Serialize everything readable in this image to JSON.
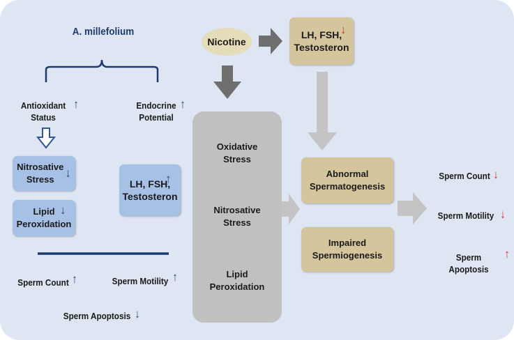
{
  "left": {
    "title": "A. millefolium",
    "antioxidant": "Antioxidant\nStatus",
    "endocrine": "Endocrine\nPotential",
    "nitrosative": "Nitrosative\nStress",
    "lipid": "Lipid\nPeroxidation",
    "hormones": "LH, FSH,\nTestosteron",
    "sperm_count": "Sperm Count",
    "sperm_motility": "Sperm Motility",
    "sperm_apoptosis": "Sperm Apoptosis"
  },
  "center": {
    "nicotine": "Nicotine",
    "hormones": "LH, FSH,\nTestosteron",
    "oxidative": "Oxidative\nStress",
    "nitrosative": "Nitrosative\nStress",
    "lipid": "Lipid\nPeroxidation",
    "abnormal": "Abnormal\nSpermatogenesis",
    "impaired": "Impaired\nSpermiogenesis"
  },
  "right": {
    "sperm_count": "Sperm Count",
    "sperm_motility": "Sperm Motility",
    "sperm_apoptosis": "Sperm Apoptosis"
  },
  "glyphs": {
    "up": "↑",
    "down": "↓"
  },
  "colors": {
    "background": "#dde6f2",
    "blue_box": "#a6c1e5",
    "tan_box": "#d4c59d",
    "grey_box": "#c0c0c0",
    "navy": "#1f3a6e",
    "red_arrow": "#d0312d",
    "dark_arrow": "#6e6e6e",
    "light_arrow": "#c4c4c4"
  }
}
